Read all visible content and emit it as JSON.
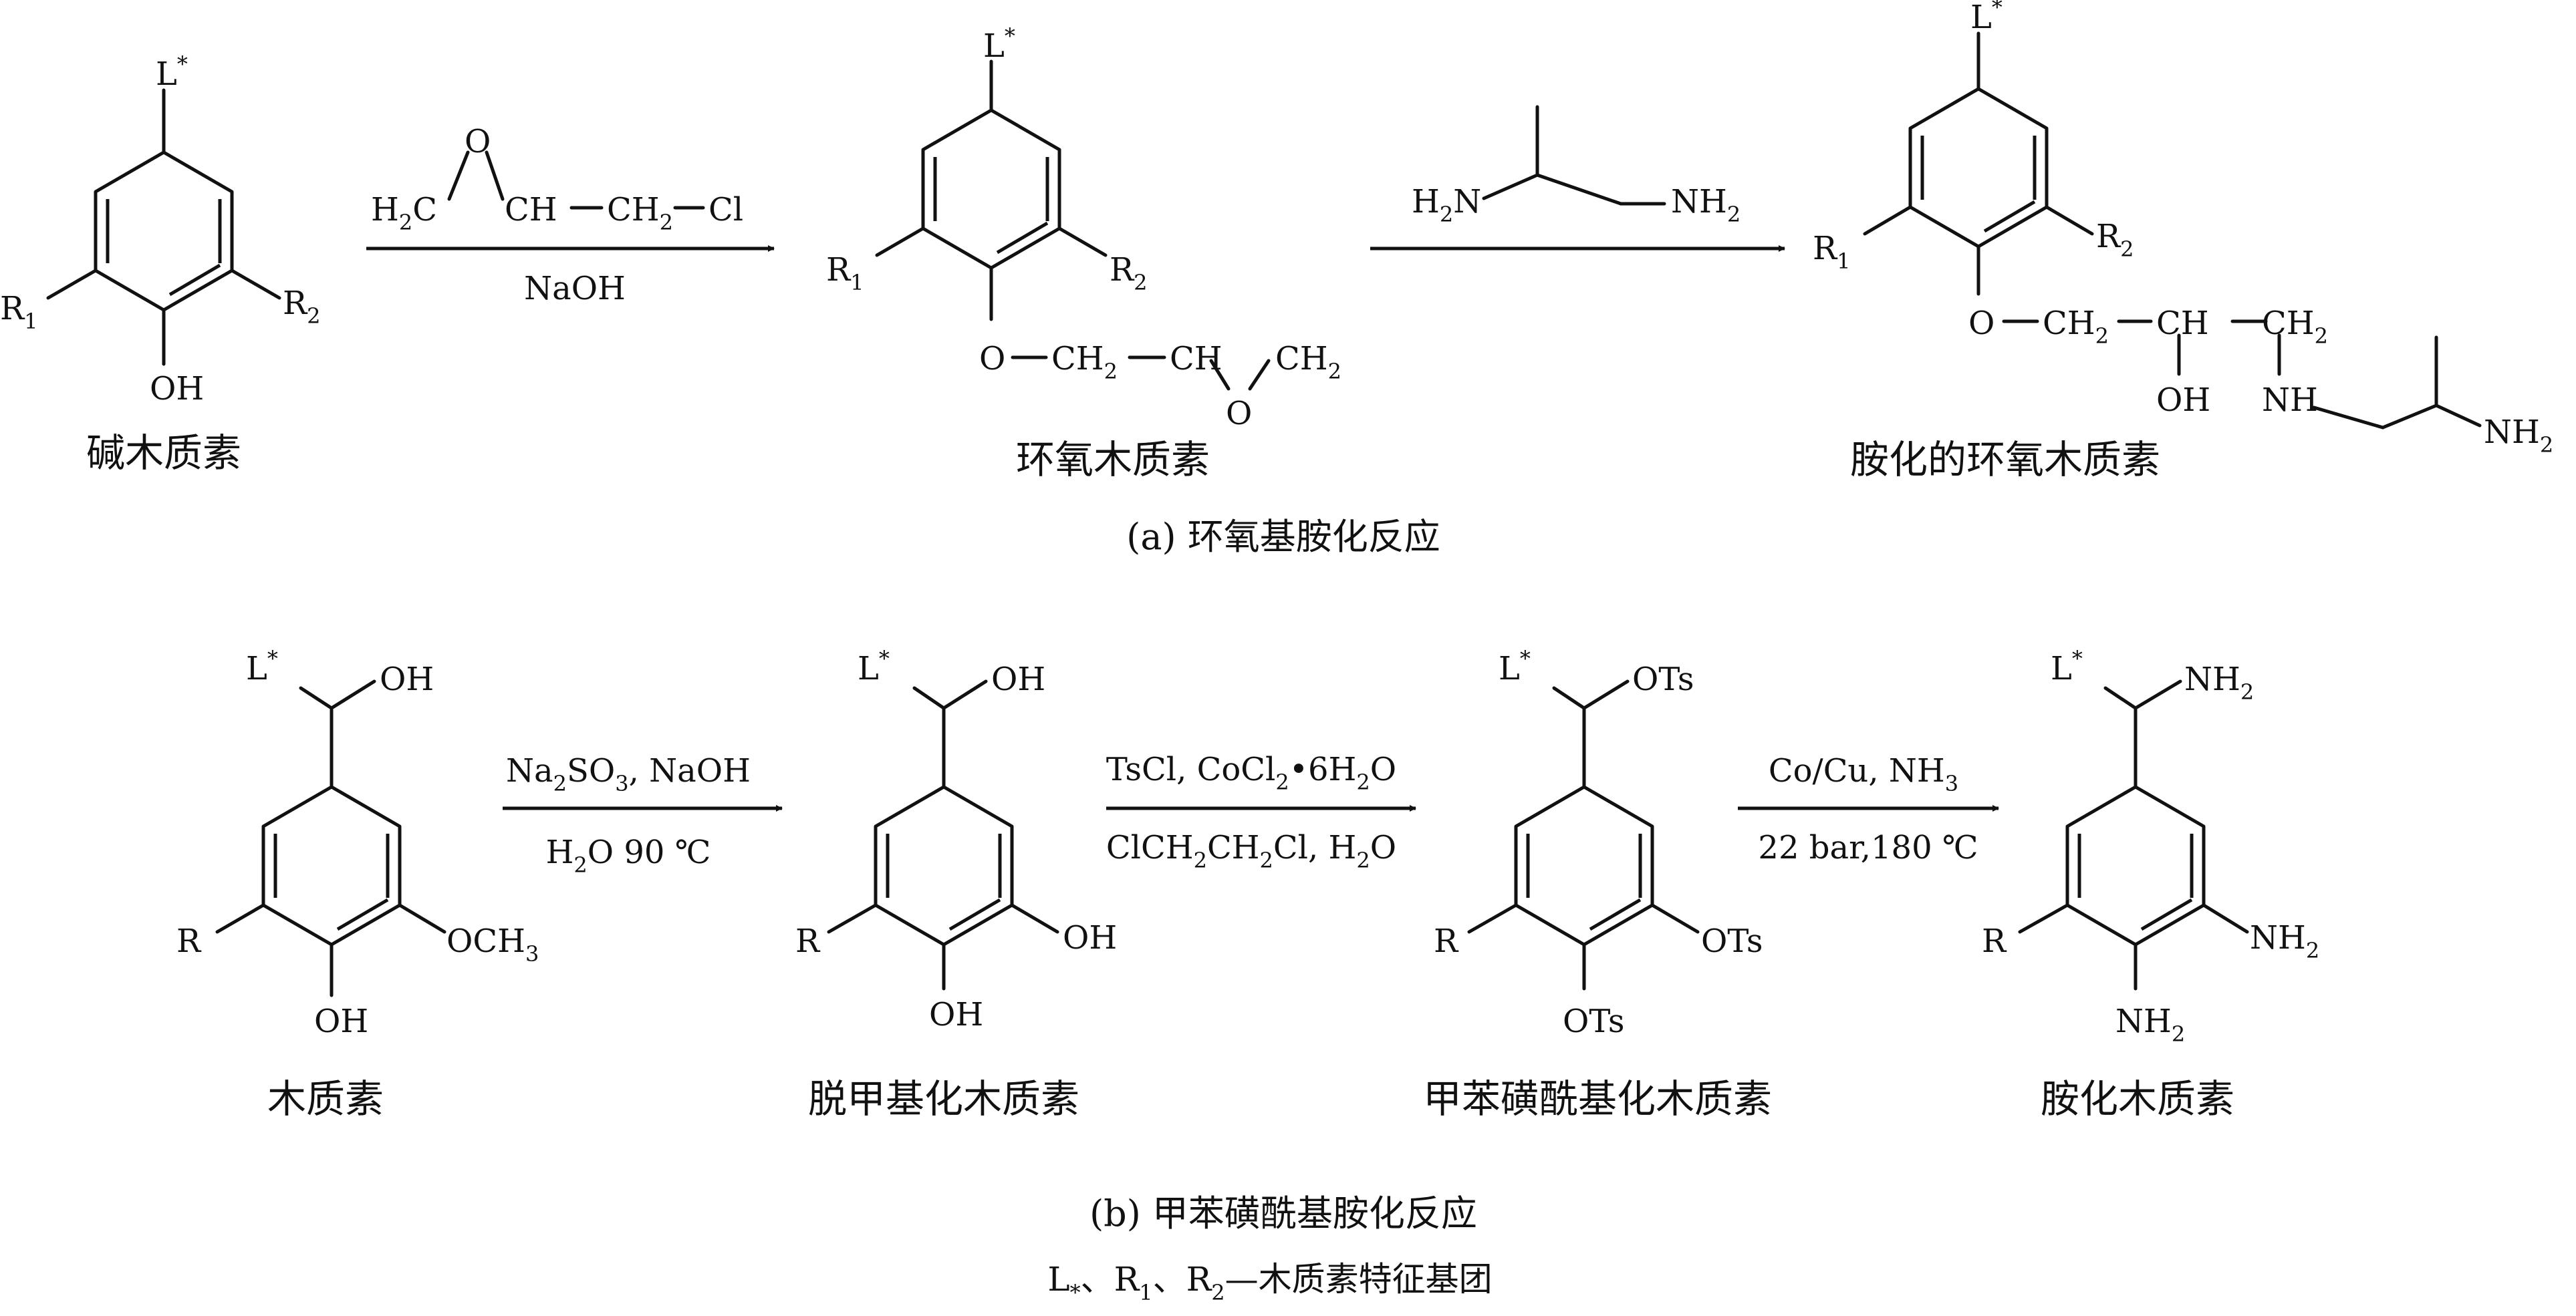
{
  "panel_a": {
    "caption": "(a) 环氧基胺化反应",
    "compound_1": {
      "name": "碱木质素",
      "atoms": {
        "L": "L",
        "L_sup": "*",
        "R1": "R",
        "R1_sub": "1",
        "R2": "R",
        "R2_sub": "2",
        "OH": "OH"
      }
    },
    "reagent_1": {
      "ring_O": "O",
      "H2C_a": "H",
      "H2C_sub": "2",
      "H2C_b": "C",
      "CH": "CH",
      "CH2_a": "CH",
      "CH2_sub": "2",
      "Cl": "Cl",
      "below": "NaOH"
    },
    "compound_2": {
      "name": "环氧木质素",
      "atoms": {
        "L": "L",
        "L_sup": "*",
        "R1": "R",
        "R1_sub": "1",
        "R2": "R",
        "R2_sub": "2",
        "O": "O",
        "CH2_a": "CH",
        "CH2_sub": "2",
        "CH": "CH",
        "ep_O": "O",
        "CH2_b": "CH",
        "CH2_b_sub": "2"
      }
    },
    "reagent_2": {
      "H2N_a": "H",
      "H2N_sub": "2",
      "H2N_b": "N",
      "NH2_a": "NH",
      "NH2_sub": "2"
    },
    "compound_3": {
      "name": "胺化的环氧木质素",
      "atoms": {
        "L": "L",
        "L_sup": "*",
        "R1": "R",
        "R1_sub": "1",
        "R2": "R",
        "R2_sub": "2",
        "O": "O",
        "CH2_a": "CH",
        "CH2_a_sub": "2",
        "CH": "CH",
        "OH": "OH",
        "CH2_b": "CH",
        "CH2_b_sub": "2",
        "NH": "NH",
        "NH2_a": "NH",
        "NH2_sub": "2"
      }
    }
  },
  "panel_b": {
    "caption": "(b) 甲苯磺酰基胺化反应",
    "legend": {
      "L": "L",
      "L_sub": "*",
      "sep1": "、R",
      "R1_sub": "1",
      "sep2": "、R",
      "R2_sub": "2",
      "text": "—木质素特征基团"
    },
    "compound_1": {
      "name": "木质素",
      "atoms": {
        "L": "L",
        "L_sup": "*",
        "OH_top": "OH",
        "R": "R",
        "OCH3_a": "OCH",
        "OCH3_sub": "3",
        "OH": "OH"
      }
    },
    "step_1": {
      "above_a": "Na",
      "above_sub1": "2",
      "above_b": "SO",
      "above_sub2": "3",
      "above_c": ", NaOH",
      "below_a": "H",
      "below_sub": "2",
      "below_b": "O 90 ℃"
    },
    "compound_2": {
      "name": "脱甲基化木质素",
      "atoms": {
        "L": "L",
        "L_sup": "*",
        "OH_top": "OH",
        "R": "R",
        "OH_right": "OH",
        "OH_bottom": "OH"
      }
    },
    "step_2": {
      "above_a": "TsCl, CoCl",
      "above_sub1": "2",
      "above_b": "•6H",
      "above_sub2": "2",
      "above_c": "O",
      "below_a": "ClCH",
      "below_sub1": "2",
      "below_b": "CH",
      "below_sub2": "2",
      "below_c": "Cl, H",
      "below_sub3": "2",
      "below_d": "O"
    },
    "compound_3": {
      "name": "甲苯磺酰基化木质素",
      "atoms": {
        "L": "L",
        "L_sup": "*",
        "OTs_top": "OTs",
        "R": "R",
        "OTs_right": "OTs",
        "OTs_bottom": "OTs"
      }
    },
    "step_3": {
      "above_a": "Co/Cu, NH",
      "above_sub": "3",
      "below": "22 bar,180 ℃"
    },
    "compound_4": {
      "name": "胺化木质素",
      "atoms": {
        "L": "L",
        "L_sup": "*",
        "NH2_top": "NH",
        "NH2_top_sub": "2",
        "R": "R",
        "NH2_right": "NH",
        "NH2_right_sub": "2",
        "NH2_bottom": "NH",
        "NH2_bottom_sub": "2"
      }
    }
  }
}
